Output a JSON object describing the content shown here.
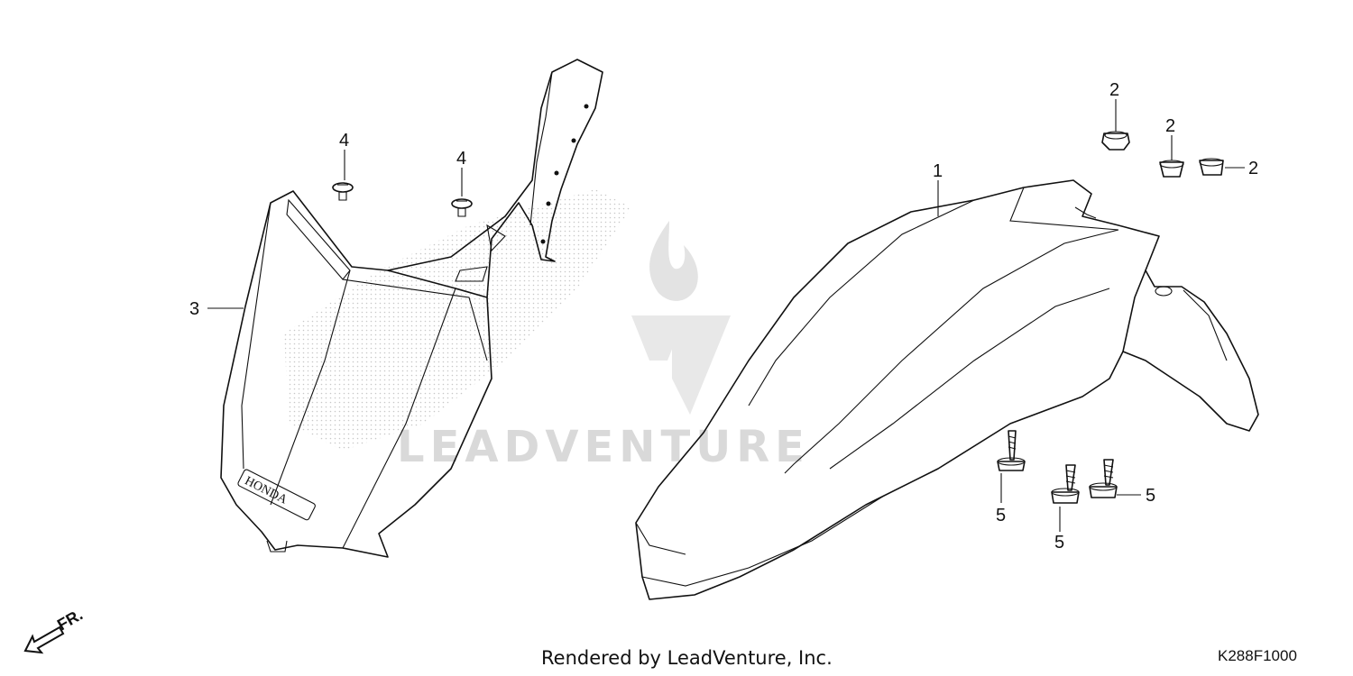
{
  "diagram": {
    "callouts": [
      {
        "id": "c1",
        "label": "1"
      },
      {
        "id": "c2a",
        "label": "2"
      },
      {
        "id": "c2b",
        "label": "2"
      },
      {
        "id": "c2c",
        "label": "2"
      },
      {
        "id": "c3",
        "label": "3"
      },
      {
        "id": "c4a",
        "label": "4"
      },
      {
        "id": "c4b",
        "label": "4"
      },
      {
        "id": "c5a",
        "label": "5"
      },
      {
        "id": "c5b",
        "label": "5"
      },
      {
        "id": "c5c",
        "label": "5"
      }
    ],
    "direction_label": "FR.",
    "emblem_text": "HONDA",
    "watermark_text": "LEADVENTURE",
    "footer_text": "Rendered by LeadVenture, Inc.",
    "diagram_code": "K288F1000"
  }
}
